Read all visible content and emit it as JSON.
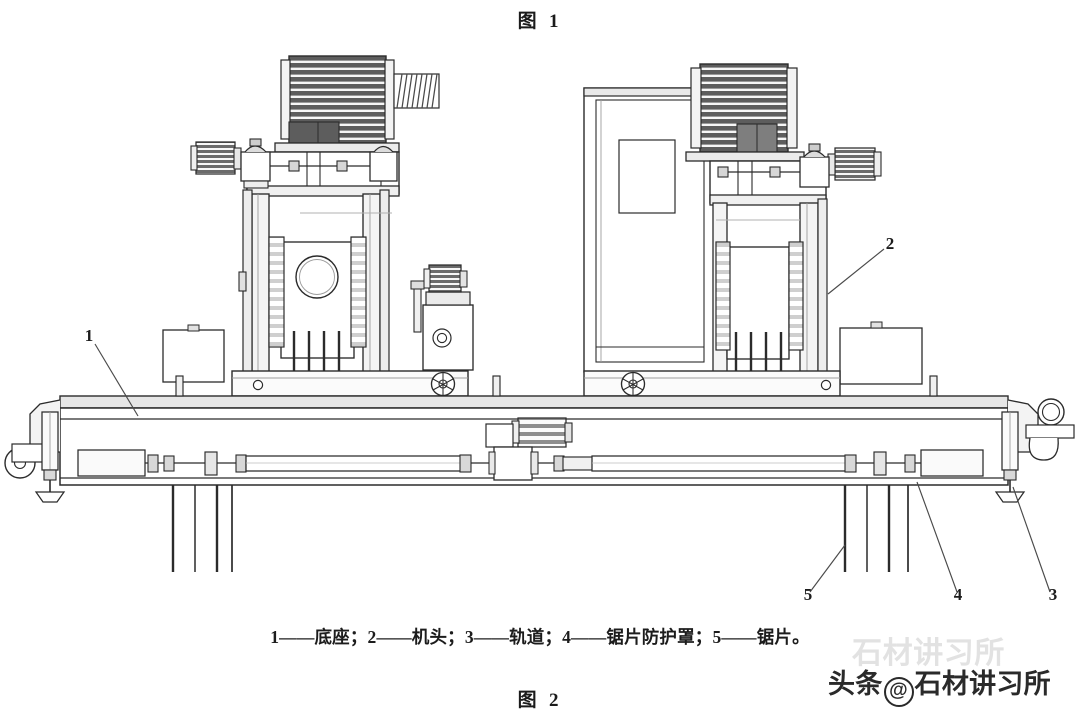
{
  "figure": {
    "title_top": "图    1",
    "title_bottom": "图    2",
    "caption": "1——底座；2——机头；3——轨道；4——锯片防护罩；5——锯片。"
  },
  "legend": {
    "items": [
      {
        "number": "1",
        "label": "底座"
      },
      {
        "number": "2",
        "label": "机头"
      },
      {
        "number": "3",
        "label": "轨道"
      },
      {
        "number": "4",
        "label": "锯片防护罩"
      },
      {
        "number": "5",
        "label": "锯片"
      }
    ]
  },
  "callouts": [
    {
      "id": "callout-1",
      "number": "1",
      "target": "base"
    },
    {
      "id": "callout-2",
      "number": "2",
      "target": "machine-head"
    },
    {
      "id": "callout-3",
      "number": "3",
      "target": "track"
    },
    {
      "id": "callout-4",
      "number": "4",
      "target": "blade-guard"
    },
    {
      "id": "callout-5",
      "number": "5",
      "target": "saw-blade"
    }
  ],
  "watermark": {
    "faint_text": "石材讲习所",
    "main_prefix": "头条",
    "main_at": "@",
    "main_text": "石材讲习所"
  },
  "colors": {
    "background": "#ffffff",
    "line": "#2b2b2b",
    "line_light": "#8a8a8a",
    "fill_light": "#f2f2f2",
    "fill_mid": "#d9d9d9",
    "fill_dark": "#6f6f6f",
    "text": "#1c1c1c",
    "watermark_faint": "#e2e2e2"
  },
  "diagram": {
    "type": "technical-line-drawing",
    "subject": "双头石材切割机 / dual-head stone cutting machine",
    "parts": [
      "left-machine-head",
      "right-machine-head",
      "base-beam",
      "rail-track",
      "drive-shaft",
      "center-drive-motor",
      "hydraulic-power-unit",
      "saw-blades",
      "blade-guard",
      "leveling-feet",
      "end-roller",
      "enclosure-cabinet"
    ]
  }
}
